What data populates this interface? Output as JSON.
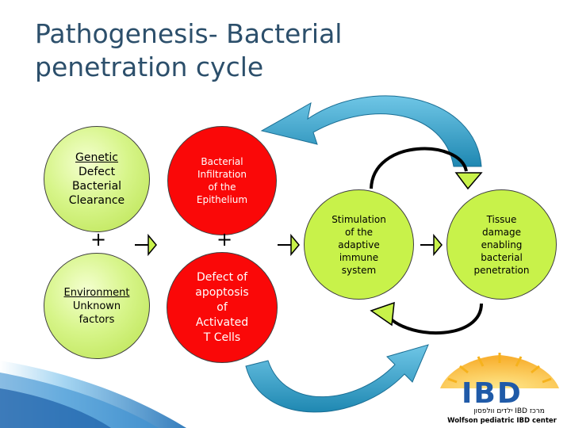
{
  "title": {
    "line1": "Pathogenesis- Bacterial",
    "line2": "penetration cycle"
  },
  "nodes": {
    "genetic": {
      "heading": "Genetic",
      "line1": "Defect",
      "line2": "Bacterial",
      "line3": "Clearance"
    },
    "environment": {
      "heading": "Environment",
      "line1": "Unknown",
      "line2": "factors"
    },
    "bacterial_infiltration": {
      "line1": "Bacterial",
      "line2": "Infiltration",
      "line3": "of the",
      "line4": "Epithelium"
    },
    "defect_apoptosis": {
      "line1": "Defect of",
      "line2": "apoptosis",
      "line3": "of",
      "line4": "Activated",
      "line5": "T Cells"
    },
    "stimulation": {
      "line1": "Stimulation",
      "line2": "of the",
      "line3": "adaptive",
      "line4": "immune",
      "line5": "system"
    },
    "tissue_damage": {
      "line1": "Tissue",
      "line2": "damage",
      "line3": "enabling",
      "line4": "bacterial",
      "line5": "penetration"
    }
  },
  "operators": {
    "plus_left": "+",
    "plus_mid": "+"
  },
  "logo": {
    "name": "IBD",
    "hebrew": "מרכז IBD ילדים וולפסון",
    "caption": "Wolfson pediatric IBD center"
  },
  "colors": {
    "red": "#fa0808",
    "green": "#c8f24a",
    "blue_arrow": "#2a9bc0",
    "title": "#2c4f6b"
  }
}
